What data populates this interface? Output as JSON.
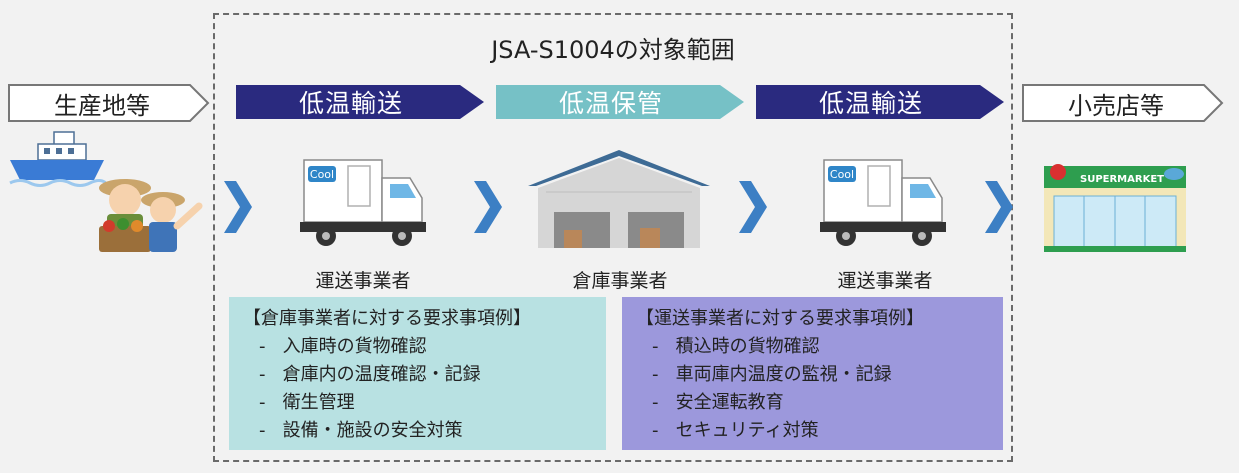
{
  "scope_title": "JSA-S1004の対象範囲",
  "left_node": "生産地等",
  "right_node": "小売店等",
  "stages": [
    {
      "label": "低温輸送",
      "color": "#2a2a7f"
    },
    {
      "label": "低温保管",
      "color": "#76c1c6"
    },
    {
      "label": "低温輸送",
      "color": "#2a2a7f"
    }
  ],
  "actors": [
    "運送事業者",
    "倉庫事業者",
    "運送事業者"
  ],
  "truck_badge": "Cool",
  "store_sign": "SUPERMARKET",
  "requirements": [
    {
      "title": "【倉庫事業者に対する要求事項例】",
      "items": [
        "入庫時の貨物確認",
        "倉庫内の温度確認・記録",
        "衛生管理",
        "設備・施設の安全対策"
      ],
      "color": "#b8e1e2"
    },
    {
      "title": "【運送事業者に対する要求事項例】",
      "items": [
        "積込時の貨物確認",
        "車両庫内温度の監視・記録",
        "安全運転教育",
        "セキュリティ対策"
      ],
      "color": "#9c98dc"
    }
  ],
  "icons": [
    "chevron-right-icon",
    "truck-icon",
    "warehouse-icon",
    "ship-icon",
    "farmers-icon",
    "supermarket-icon"
  ]
}
